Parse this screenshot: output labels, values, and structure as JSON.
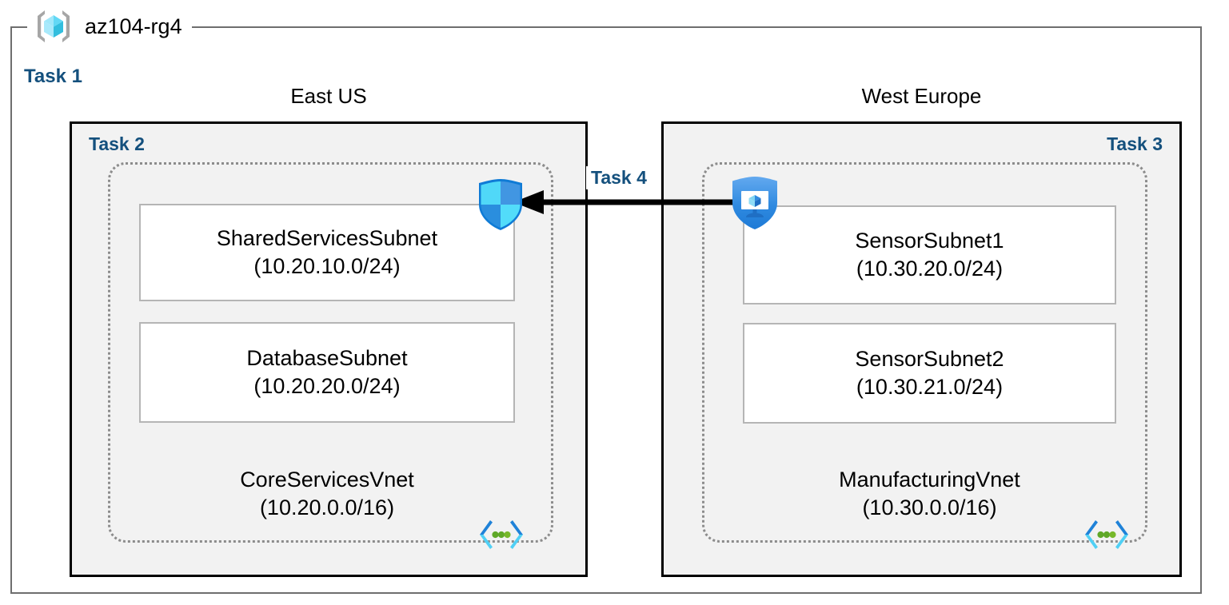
{
  "diagram": {
    "resource_group": {
      "name": "az104-rg4",
      "icon": "resource-group-cube-icon",
      "task_label": "Task 1",
      "accent_color": "#14507d"
    },
    "regions": [
      {
        "title": "East US",
        "task_label": "Task 2",
        "vnet": {
          "name": "CoreServicesVnet",
          "cidr": "(10.20.0.0/16)",
          "icon": "virtual-network-icon",
          "subnets": [
            {
              "name": "SharedServicesSubnet",
              "cidr": "(10.20.10.0/24)"
            },
            {
              "name": "DatabaseSubnet",
              "cidr": "(10.20.20.0/24)"
            }
          ]
        },
        "security_icon": "network-security-group-shield-icon"
      },
      {
        "title": "West Europe",
        "task_label": "Task 3",
        "vnet": {
          "name": "ManufacturingVnet",
          "cidr": "(10.30.0.0/16)",
          "icon": "virtual-network-icon",
          "subnets": [
            {
              "name": "SensorSubnet1",
              "cidr": "(10.30.20.0/24)"
            },
            {
              "name": "SensorSubnet2",
              "cidr": "(10.30.21.0/24)"
            }
          ]
        },
        "security_icon": "application-security-group-shield-icon"
      }
    ],
    "connection": {
      "task_label": "Task 4",
      "direction": "right-to-left",
      "icon": "peering-arrow-icon",
      "color": "#000000"
    },
    "colors": {
      "region_fill": "#f2f2f2",
      "region_border": "#000000",
      "vnet_border": "#8c8c8c",
      "subnet_border": "#b5b5b5",
      "task_text": "#14507d",
      "frame_border": "#6e6e6e",
      "vnet_glyph_dark_blue": "#1f82d8",
      "vnet_glyph_cyan": "#50d0f5",
      "vnet_glyph_green": "#5fa828"
    }
  }
}
